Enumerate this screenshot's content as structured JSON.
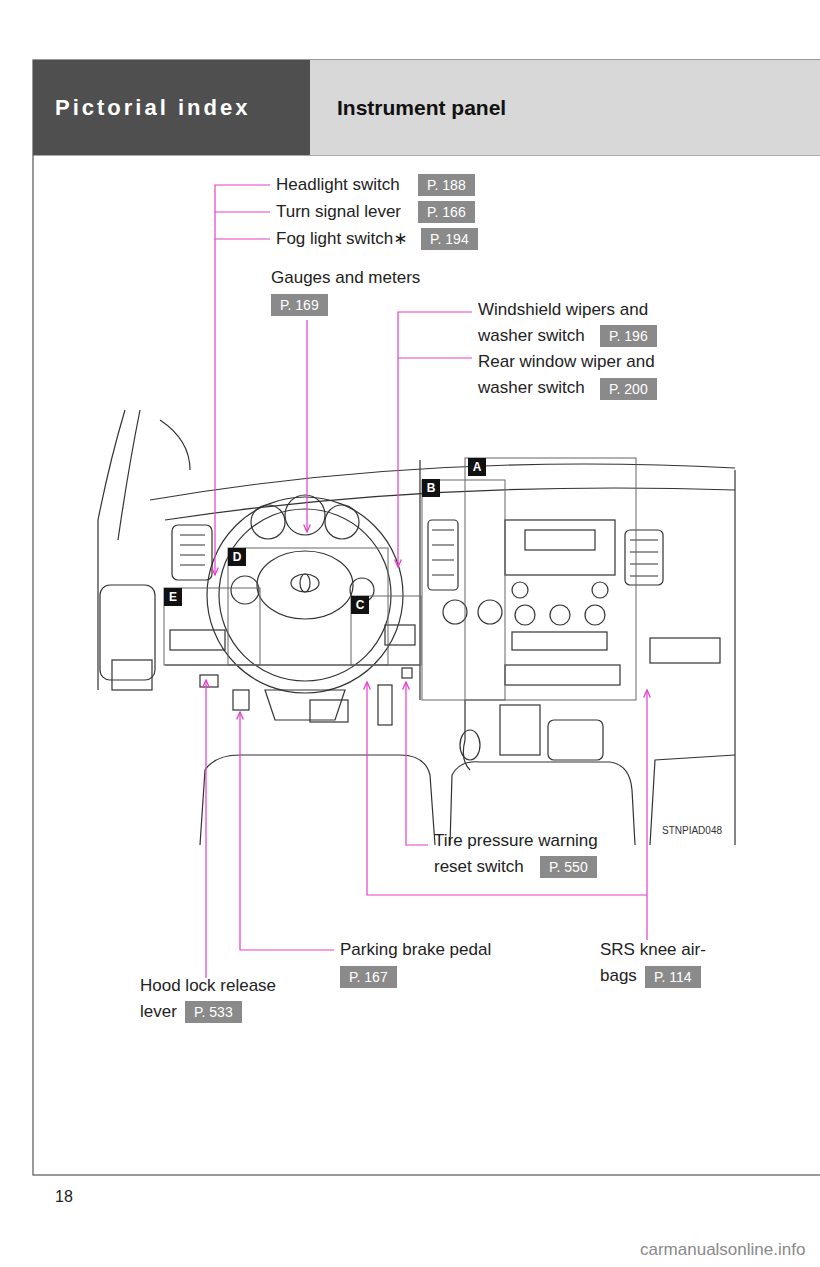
{
  "diagram": {
    "nodes": [
      {
        "text": [
          "Pictorial index"
        ]
      },
      {
        "text": [
          "Instrument panel"
        ]
      },
      {
        "text": [
          "P. 188"
        ]
      },
      {
        "text": [
          "P. 166"
        ]
      },
      {
        "text": [
          "P. 194"
        ]
      },
      {
        "text": [
          "P. 169"
        ]
      },
      {
        "text": [
          "P. 196"
        ]
      },
      {
        "text": [
          "P. 200"
        ]
      },
      {
        "text": [
          "A"
        ]
      },
      {
        "text": [
          "B"
        ]
      },
      {
        "text": [
          "D"
        ]
      },
      {
        "text": [
          "E"
        ]
      },
      {
        "text": [
          "C"
        ]
      },
      {
        "text": [
          "P. 550"
        ]
      },
      {
        "text": [
          "P. 167"
        ]
      },
      {
        "text": [
          "P. 114"
        ]
      },
      {
        "text": [
          "P. 533"
        ]
      }
    ],
    "labels": [
      "Headlight switch",
      "Turn signal lever",
      "Fog light switch∗",
      "Gauges and meters",
      "Windshield wipers and washer switch",
      "Rear window wiper and washer switch",
      "STNPIAD048",
      "Tire pressure warning reset switch",
      "Parking brake pedal",
      "SRS knee air- bags",
      "Hood lock release lever",
      "18",
      "carmanualsonline.info"
    ]
  }
}
